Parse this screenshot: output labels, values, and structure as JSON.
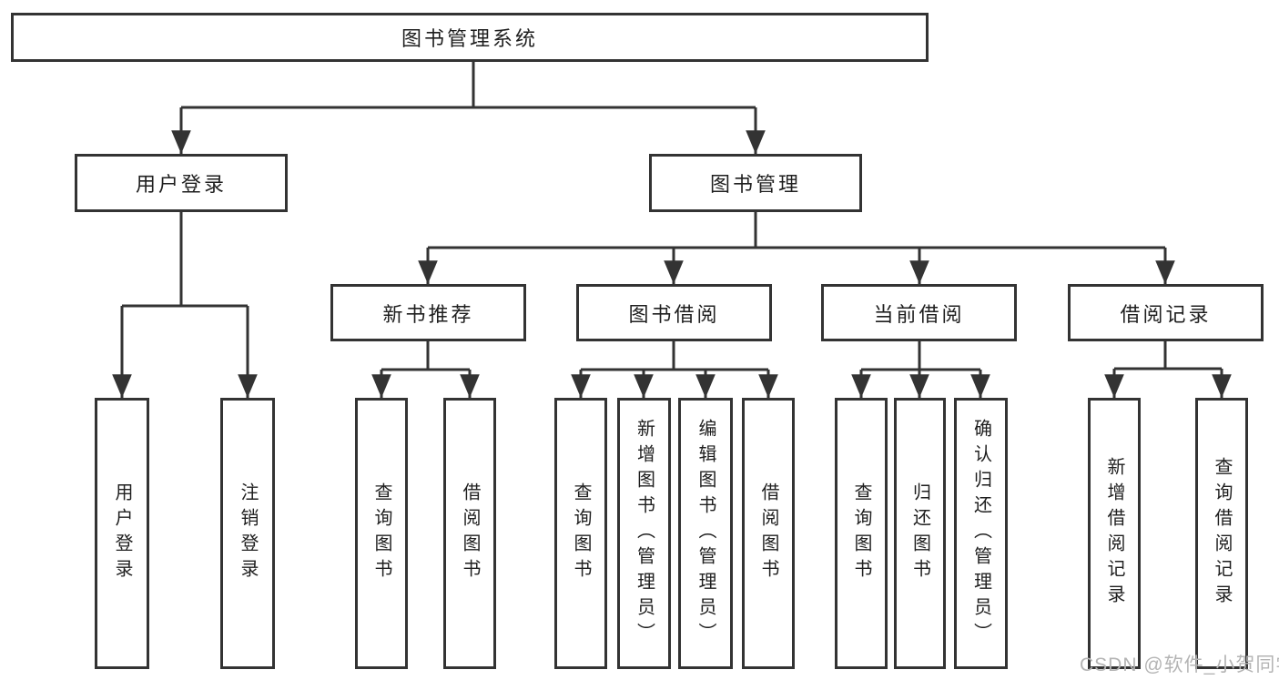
{
  "diagram": {
    "root": {
      "label": "图书管理系统"
    },
    "level2": [
      {
        "label": "用户登录",
        "parent": "图书管理系统"
      },
      {
        "label": "图书管理",
        "parent": "图书管理系统"
      }
    ],
    "level3": [
      {
        "label": "新书推荐",
        "parent": "图书管理"
      },
      {
        "label": "图书借阅",
        "parent": "图书管理"
      },
      {
        "label": "当前借阅",
        "parent": "图书管理"
      },
      {
        "label": "借阅记录",
        "parent": "图书管理"
      }
    ],
    "leaves": [
      {
        "label": "用户登录",
        "parent": "用户登录"
      },
      {
        "label": "注销登录",
        "parent": "用户登录"
      },
      {
        "label": "查询图书",
        "parent": "新书推荐"
      },
      {
        "label": "借阅图书",
        "parent": "新书推荐"
      },
      {
        "label": "查询图书",
        "parent": "图书借阅"
      },
      {
        "label": "新增图书（管理员）",
        "parent": "图书借阅"
      },
      {
        "label": "编辑图书（管理员）",
        "parent": "图书借阅"
      },
      {
        "label": "借阅图书",
        "parent": "图书借阅"
      },
      {
        "label": "查询图书",
        "parent": "当前借阅"
      },
      {
        "label": "归还图书",
        "parent": "当前借阅"
      },
      {
        "label": "确认归还（管理员）",
        "parent": "当前借阅"
      },
      {
        "label": "新增借阅记录",
        "parent": "借阅记录"
      },
      {
        "label": "查询借阅记录",
        "parent": "借阅记录"
      }
    ],
    "watermark": {
      "text": "CSDN @软件_小贺同学"
    },
    "colors": {
      "line": "#333333",
      "box_border": "#333333",
      "box_fill": "#ffffff",
      "text": "#1f1f1f",
      "watermark": "#b4b4b4",
      "background": "#ffffff"
    }
  }
}
